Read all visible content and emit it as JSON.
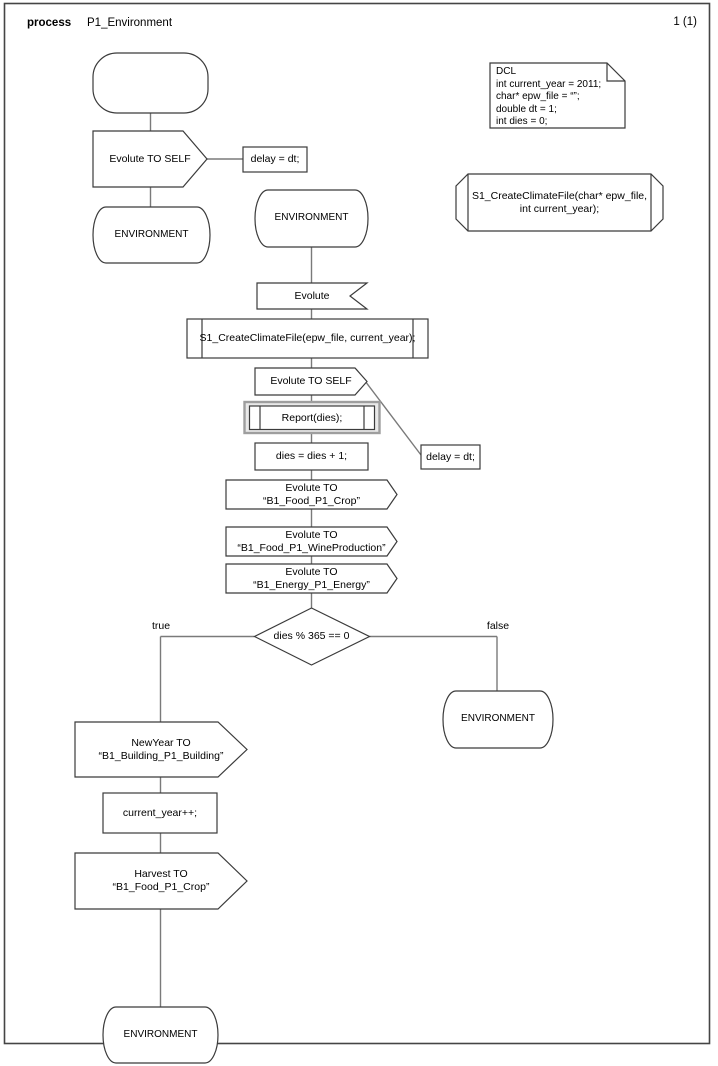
{
  "header": {
    "process_label": "process",
    "diagram_name": "P1_Environment",
    "page_number": "1 (1)"
  },
  "colors": {
    "page_background": "#ffffff",
    "shape_stroke": "#3b3b3b",
    "connector_line": "#7a7a7a",
    "selection_highlight": "#9e9e9e",
    "selection_fill": "#e9e9e9"
  },
  "declarations": {
    "dcl_note": "DCL\nint current_year = 2011;\nchar* epw_file = “”;\ndouble dt = 1;\nint dies = 0;",
    "procedure_declaration": "S1_CreateClimateFile(char* epw_file,\nint current_year);"
  },
  "flow": {
    "send_evolute_self_1": "Evolute TO SELF",
    "delay_task_1": "delay = dt;",
    "state_environment_left": "ENVIRONMENT",
    "state_environment_top": "ENVIRONMENT",
    "input_evolute": "Evolute",
    "call_create_climate_file": "S1_CreateClimateFile(epw_file, current_year);",
    "send_evolute_self_2": "Evolute TO SELF",
    "delay_task_2": "delay = dt;",
    "call_report": "Report(dies);",
    "task_increment_dies": "dies = dies + 1;",
    "send_evolute_crop": "Evolute TO\n“B1_Food_P1_Crop”",
    "send_evolute_wine": "Evolute TO\n“B1_Food_P1_WineProduction”",
    "send_evolute_energy": "Evolute TO\n“B1_Energy_P1_Energy”",
    "decision_condition": "dies % 365 == 0",
    "branch_true": "true",
    "branch_false": "false",
    "state_environment_false": "ENVIRONMENT",
    "send_newyear": "NewYear TO\n“B1_Building_P1_Building”",
    "task_increment_year": "current_year++;",
    "send_harvest": "Harvest TO\n“B1_Food_P1_Crop”",
    "state_environment_bottom": "ENVIRONMENT"
  }
}
